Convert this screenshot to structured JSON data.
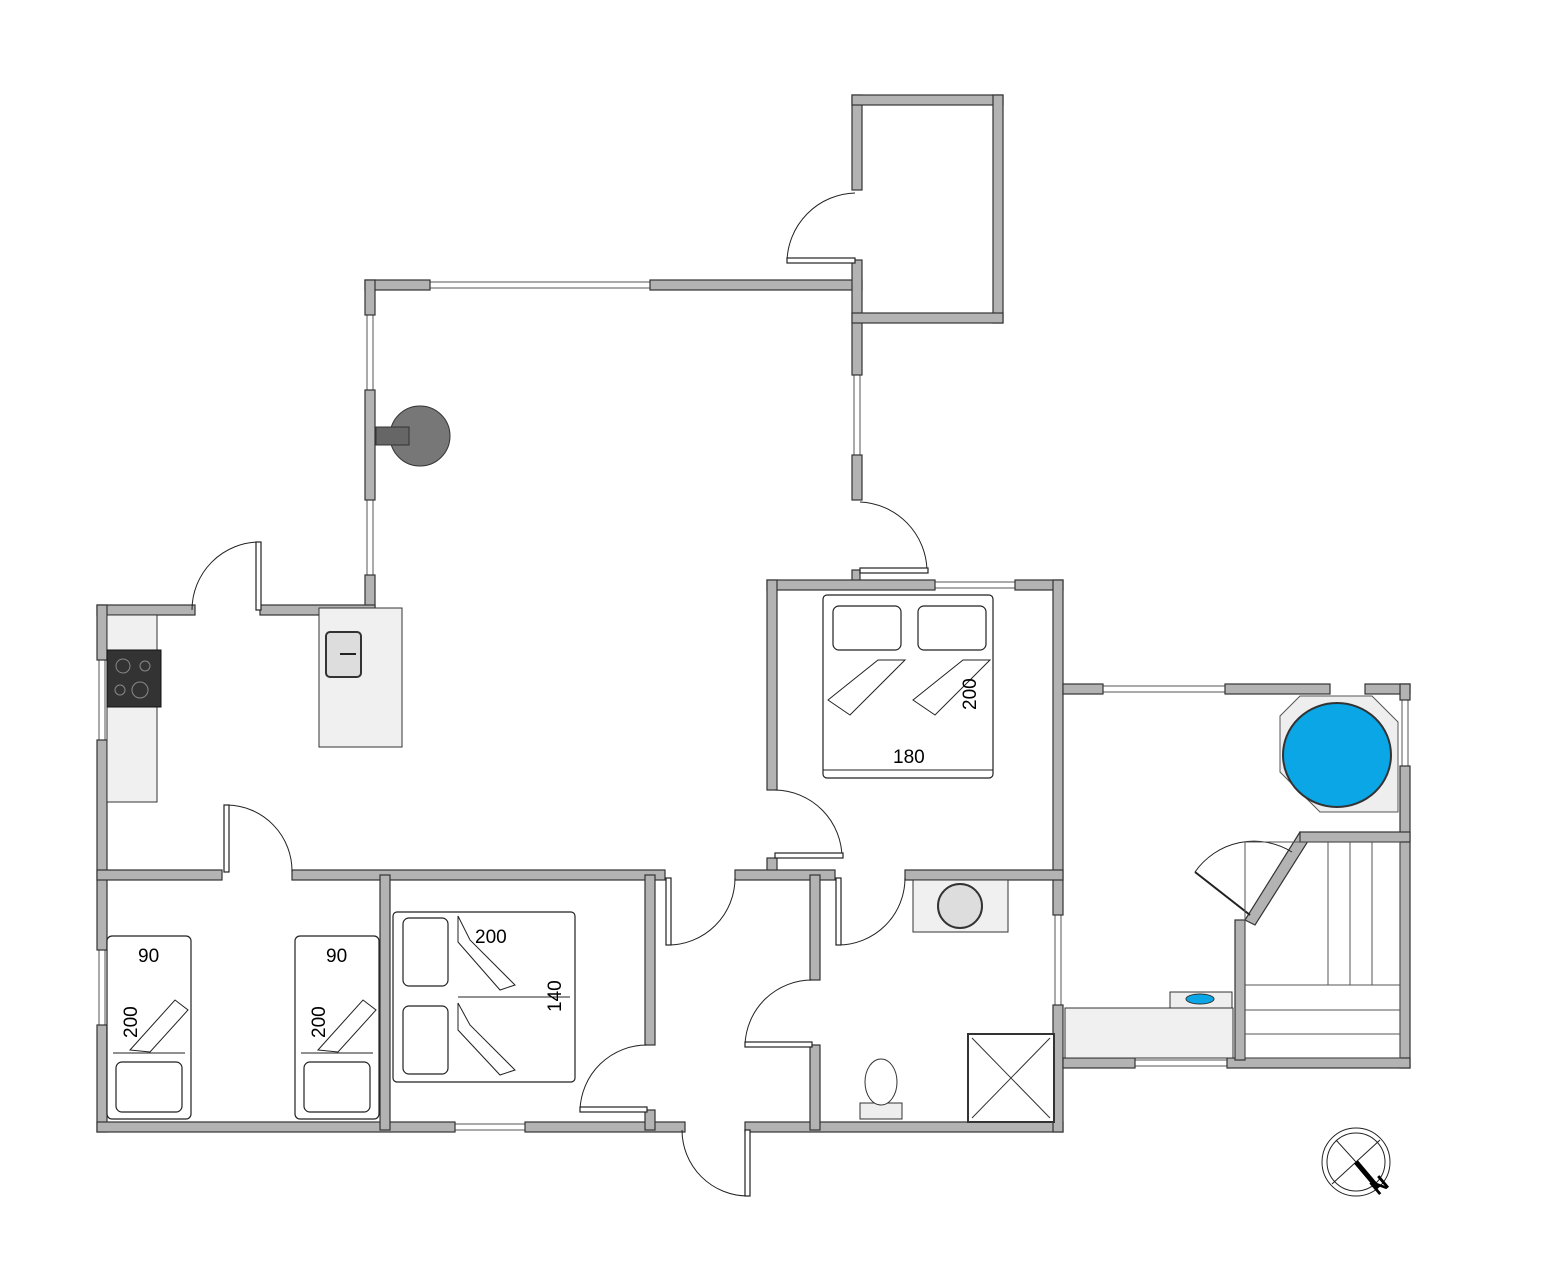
{
  "plan": {
    "title": "Floor plan",
    "colors": {
      "wall": "#b3b3b3",
      "hot_tub": "#0aa6e6",
      "counter": "#f0f0f0",
      "hob": "#333333"
    },
    "bed_labels": {
      "double_master_length": "200",
      "double_master_width": "180",
      "double_second_length": "200",
      "double_second_width": "140",
      "single1_width": "90",
      "single1_length": "200",
      "single2_width": "90",
      "single2_length": "200"
    },
    "compass": {
      "label": "N",
      "icon": "north-arrow-icon"
    }
  }
}
